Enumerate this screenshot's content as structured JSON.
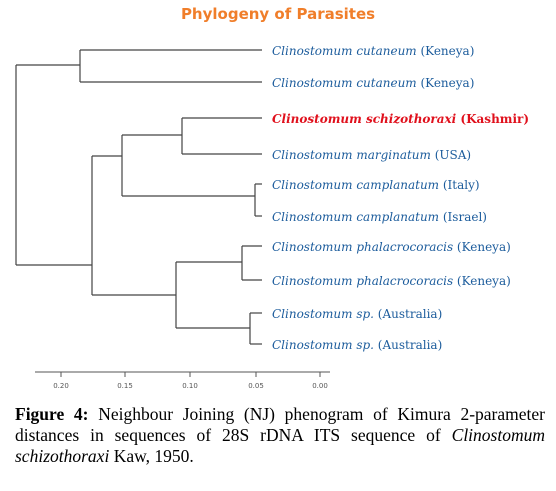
{
  "title": "Phylogeny of Parasites",
  "colors": {
    "title": "#f07e2a",
    "branch": "#444444",
    "taxon": "#1c5c9c",
    "highlight": "#e0101c",
    "axis": "#555555"
  },
  "taxa": [
    {
      "genus": "Clinostomum",
      "species": "cutaneum",
      "origin": "(Keneya)",
      "highlight": false
    },
    {
      "genus": "Clinostomum",
      "species": "cutaneum",
      "origin": "(Keneya)",
      "highlight": false
    },
    {
      "genus": "Clinostomum",
      "species": "schizothoraxi",
      "origin": "(Kashmir)",
      "highlight": true
    },
    {
      "genus": "Clinostomum",
      "species": "marginatum",
      "origin": "(USA)",
      "highlight": false
    },
    {
      "genus": "Clinostomum",
      "species": "camplanatum",
      "origin": "(Italy)",
      "highlight": false
    },
    {
      "genus": "Clinostomum",
      "species": "camplanatum",
      "origin": "(Israel)",
      "highlight": false
    },
    {
      "genus": "Clinostomum",
      "species": "phalacrocoracis",
      "origin": "(Keneya)",
      "highlight": false
    },
    {
      "genus": "Clinostomum",
      "species": "phalacrocoracis",
      "origin": "(Keneya)",
      "highlight": false
    },
    {
      "genus": "Clinostomum",
      "species": "sp.",
      "origin": "(Australia)",
      "highlight": false
    },
    {
      "genus": "Clinostomum",
      "species": "sp.",
      "origin": "(Australia)",
      "highlight": false
    }
  ],
  "scale": {
    "ticks": [
      "0.20",
      "0.15",
      "0.10",
      "0.05",
      "0.00"
    ]
  },
  "caption": {
    "label": "Figure 4:",
    "text_before": " Neighbour Joining (NJ) phenogram of Kimura 2-parameter distances in sequences of 28S rDNA ITS sequence of ",
    "species": "Clinostomum schizothoraxi",
    "text_after": " Kaw, 1950."
  }
}
